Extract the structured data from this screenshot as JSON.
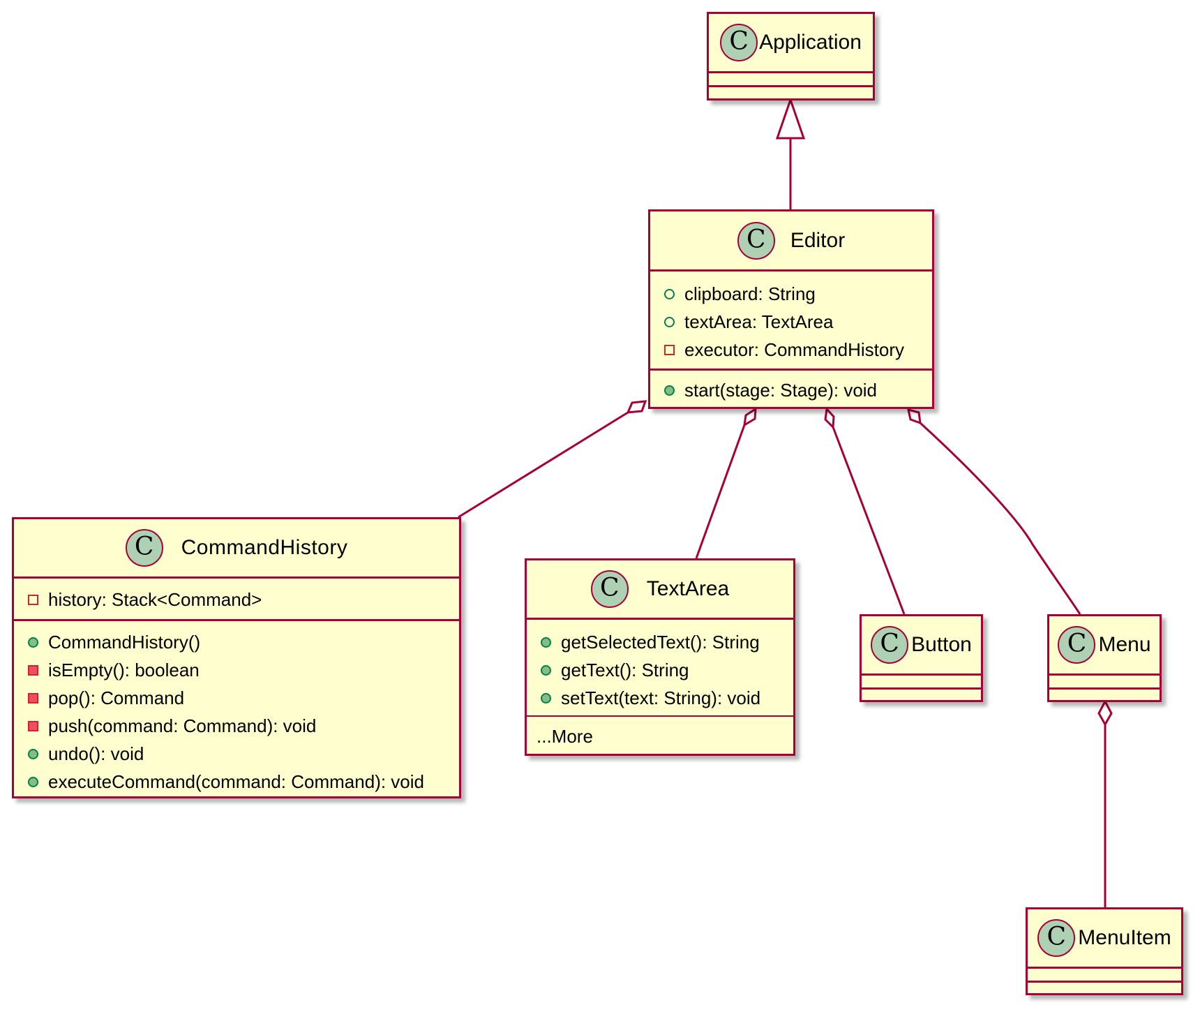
{
  "classes": {
    "application": {
      "name": "Application",
      "stereotype": "C"
    },
    "editor": {
      "name": "Editor",
      "stereotype": "C",
      "fields": [
        {
          "vis": "pub-field",
          "text": "clipboard: String"
        },
        {
          "vis": "pub-field",
          "text": "textArea: TextArea"
        },
        {
          "vis": "priv-field",
          "text": "executor: CommandHistory"
        }
      ],
      "methods": [
        {
          "vis": "pub-method",
          "text": "start(stage: Stage): void"
        }
      ]
    },
    "command_history": {
      "name": "CommandHistory",
      "stereotype": "C",
      "fields": [
        {
          "vis": "priv-field",
          "text": "history: Stack<Command>"
        }
      ],
      "methods": [
        {
          "vis": "pub-method",
          "text": "CommandHistory()"
        },
        {
          "vis": "priv-method",
          "text": "isEmpty(): boolean"
        },
        {
          "vis": "priv-method",
          "text": "pop(): Command"
        },
        {
          "vis": "priv-method",
          "text": "push(command: Command): void"
        },
        {
          "vis": "pub-method",
          "text": "undo(): void"
        },
        {
          "vis": "pub-method",
          "text": "executeCommand(command: Command): void"
        }
      ]
    },
    "text_area": {
      "name": "TextArea",
      "stereotype": "C",
      "methods": [
        {
          "vis": "pub-method",
          "text": "getSelectedText(): String"
        },
        {
          "vis": "pub-method",
          "text": "getText(): String"
        },
        {
          "vis": "pub-method",
          "text": "setText(text: String): void"
        }
      ],
      "extra": "...More"
    },
    "button": {
      "name": "Button",
      "stereotype": "C"
    },
    "menu": {
      "name": "Menu",
      "stereotype": "C"
    },
    "menu_item": {
      "name": "MenuItem",
      "stereotype": "C"
    }
  },
  "relations": [
    {
      "type": "inheritance",
      "from": "Editor",
      "to": "Application"
    },
    {
      "type": "aggregation",
      "whole": "Editor",
      "part": "CommandHistory"
    },
    {
      "type": "aggregation",
      "whole": "Editor",
      "part": "TextArea"
    },
    {
      "type": "aggregation",
      "whole": "Editor",
      "part": "Button"
    },
    {
      "type": "aggregation",
      "whole": "Editor",
      "part": "Menu"
    },
    {
      "type": "aggregation",
      "whole": "Menu",
      "part": "MenuItem"
    }
  ],
  "colors": {
    "border": "#a80036",
    "fill": "#fefece",
    "badge": "#add1b2"
  }
}
